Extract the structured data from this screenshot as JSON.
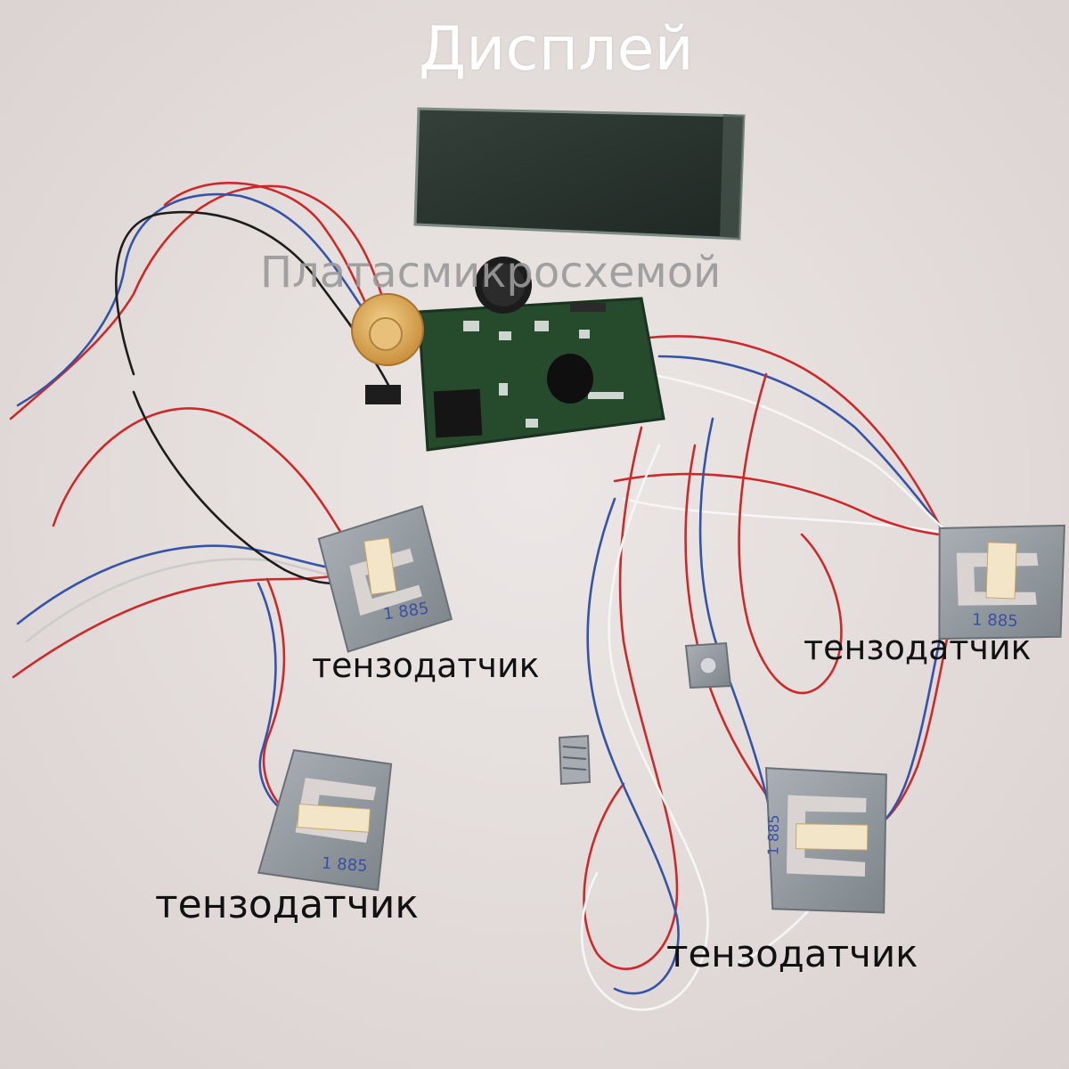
{
  "captions": {
    "display": "Дисплей",
    "board": "Платасмикросхемой",
    "sensor_1": "тензодатчик",
    "sensor_2": "тензодатчик",
    "sensor_3": "тензодатчик",
    "sensor_4": "тензодатчик"
  },
  "sensor_marks": {
    "sensor_1": "1 885",
    "sensor_2": "1 885",
    "sensor_3": "1 885",
    "sensor_4": "1 885"
  },
  "colors": {
    "background": "#e6e0df",
    "wire_red": "#cc2a2a",
    "wire_blue": "#3554a8",
    "wire_black": "#1d1d1d",
    "wire_white": "#f6f6f6",
    "pcb": "#264a2c",
    "lcd_glass": "#2b352e",
    "sensor_metal": "#8f969b"
  }
}
